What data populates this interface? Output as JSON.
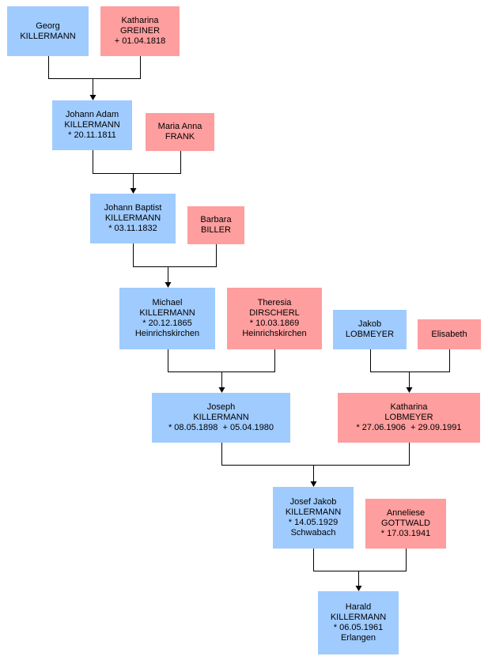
{
  "colors": {
    "male": "#9fcbff",
    "female": "#ff9e9e",
    "line": "#000000",
    "background": "#ffffff"
  },
  "people": {
    "georg": {
      "sex": "male",
      "lines": [
        "Georg",
        "KILLERMANN"
      ]
    },
    "katharina_greiner": {
      "sex": "female",
      "lines": [
        "Katharina",
        "GREINER",
        "+ 01.04.1818"
      ]
    },
    "johann_adam": {
      "sex": "male",
      "lines": [
        "Johann Adam",
        "KILLERMANN",
        "* 20.11.1811"
      ]
    },
    "maria_anna": {
      "sex": "female",
      "lines": [
        "Maria Anna",
        "FRANK"
      ]
    },
    "johann_baptist": {
      "sex": "male",
      "lines": [
        "Johann Baptist",
        "KILLERMANN",
        "* 03.11.1832"
      ]
    },
    "barbara": {
      "sex": "female",
      "lines": [
        "Barbara",
        "BILLER"
      ]
    },
    "michael": {
      "sex": "male",
      "lines": [
        "Michael",
        "KILLERMANN",
        "* 20.12.1865",
        "Heinrichskirchen"
      ]
    },
    "theresia": {
      "sex": "female",
      "lines": [
        "Theresia",
        "DIRSCHERL",
        "* 10.03.1869",
        "Heinrichskirchen"
      ]
    },
    "jakob": {
      "sex": "male",
      "lines": [
        "Jakob",
        "LOBMEYER"
      ]
    },
    "elisabeth": {
      "sex": "female",
      "lines": [
        "Elisabeth"
      ]
    },
    "joseph": {
      "sex": "male",
      "lines": [
        "Joseph",
        "KILLERMANN",
        "* 08.05.1898  + 05.04.1980"
      ]
    },
    "katharina_lobmeyer": {
      "sex": "female",
      "lines": [
        "Katharina",
        "LOBMEYER",
        "* 27.06.1906  + 29.09.1991"
      ]
    },
    "josef_jakob": {
      "sex": "male",
      "lines": [
        "Josef Jakob",
        "KILLERMANN",
        "* 14.05.1929",
        "Schwabach"
      ]
    },
    "anneliese": {
      "sex": "female",
      "lines": [
        "Anneliese",
        "GOTTWALD",
        "* 17.03.1941"
      ]
    },
    "harald": {
      "sex": "male",
      "lines": [
        "Harald",
        "KILLERMANN",
        "* 06.05.1961",
        "Erlangen"
      ]
    }
  },
  "families": [
    {
      "father": "georg",
      "mother": "katharina_greiner",
      "child": "johann_adam"
    },
    {
      "father": "johann_adam",
      "mother": "maria_anna",
      "child": "johann_baptist"
    },
    {
      "father": "johann_baptist",
      "mother": "barbara",
      "child": "michael"
    },
    {
      "father": "michael",
      "mother": "theresia",
      "child": "joseph"
    },
    {
      "father": "jakob",
      "mother": "elisabeth",
      "child": "katharina_lobmeyer"
    },
    {
      "father": "joseph",
      "mother": "katharina_lobmeyer",
      "child": "josef_jakob"
    },
    {
      "father": "josef_jakob",
      "mother": "anneliese",
      "child": "harald"
    }
  ]
}
